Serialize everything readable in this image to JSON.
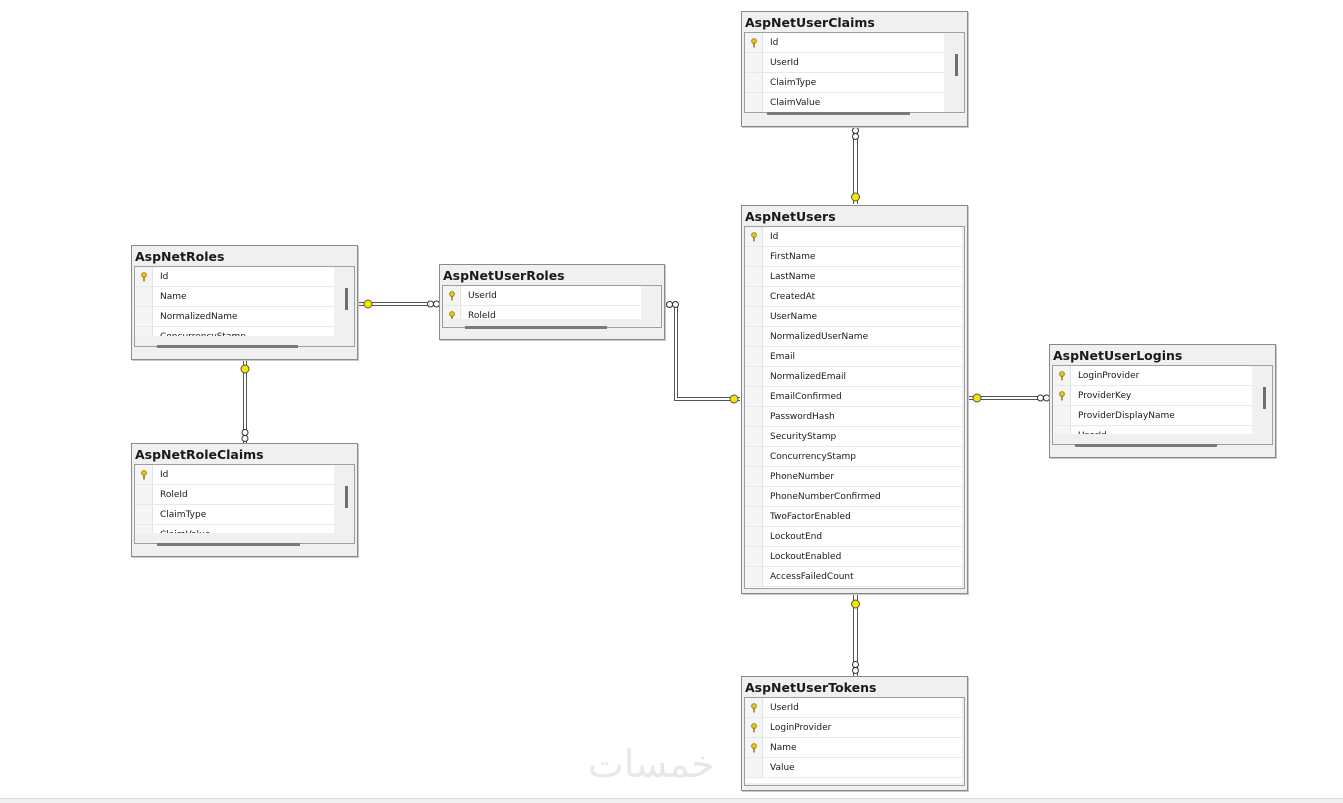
{
  "tables": {
    "userclaims": {
      "title": "AspNetUserClaims",
      "columns": [
        {
          "name": "Id",
          "key": true
        },
        {
          "name": "UserId",
          "key": false
        },
        {
          "name": "ClaimType",
          "key": false
        },
        {
          "name": "ClaimValue",
          "key": false
        }
      ]
    },
    "users": {
      "title": "AspNetUsers",
      "columns": [
        {
          "name": "Id",
          "key": true
        },
        {
          "name": "FirstName",
          "key": false
        },
        {
          "name": "LastName",
          "key": false
        },
        {
          "name": "CreatedAt",
          "key": false
        },
        {
          "name": "UserName",
          "key": false
        },
        {
          "name": "NormalizedUserName",
          "key": false
        },
        {
          "name": "Email",
          "key": false
        },
        {
          "name": "NormalizedEmail",
          "key": false
        },
        {
          "name": "EmailConfirmed",
          "key": false
        },
        {
          "name": "PasswordHash",
          "key": false
        },
        {
          "name": "SecurityStamp",
          "key": false
        },
        {
          "name": "ConcurrencyStamp",
          "key": false
        },
        {
          "name": "PhoneNumber",
          "key": false
        },
        {
          "name": "PhoneNumberConfirmed",
          "key": false
        },
        {
          "name": "TwoFactorEnabled",
          "key": false
        },
        {
          "name": "LockoutEnd",
          "key": false
        },
        {
          "name": "LockoutEnabled",
          "key": false
        },
        {
          "name": "AccessFailedCount",
          "key": false
        }
      ]
    },
    "roles": {
      "title": "AspNetRoles",
      "columns": [
        {
          "name": "Id",
          "key": true
        },
        {
          "name": "Name",
          "key": false
        },
        {
          "name": "NormalizedName",
          "key": false
        },
        {
          "name": "ConcurrencyStamp",
          "key": false
        }
      ]
    },
    "userroles": {
      "title": "AspNetUserRoles",
      "columns": [
        {
          "name": "UserId",
          "key": true
        },
        {
          "name": "RoleId",
          "key": true
        }
      ]
    },
    "roleclaims": {
      "title": "AspNetRoleClaims",
      "columns": [
        {
          "name": "Id",
          "key": true
        },
        {
          "name": "RoleId",
          "key": false
        },
        {
          "name": "ClaimType",
          "key": false
        },
        {
          "name": "ClaimValue",
          "key": false
        }
      ]
    },
    "userlogins": {
      "title": "AspNetUserLogins",
      "columns": [
        {
          "name": "LoginProvider",
          "key": true
        },
        {
          "name": "ProviderKey",
          "key": true
        },
        {
          "name": "ProviderDisplayName",
          "key": false
        },
        {
          "name": "UserId",
          "key": false
        }
      ]
    },
    "usertokens": {
      "title": "AspNetUserTokens",
      "columns": [
        {
          "name": "UserId",
          "key": true
        },
        {
          "name": "LoginProvider",
          "key": true
        },
        {
          "name": "Name",
          "key": true
        },
        {
          "name": "Value",
          "key": false
        }
      ]
    }
  },
  "relationships": [
    {
      "from": "users",
      "to": "userclaims"
    },
    {
      "from": "users",
      "to": "userroles"
    },
    {
      "from": "roles",
      "to": "userroles"
    },
    {
      "from": "roles",
      "to": "roleclaims"
    },
    {
      "from": "users",
      "to": "userlogins"
    },
    {
      "from": "users",
      "to": "usertokens"
    }
  ],
  "watermark": "خمسات",
  "colors": {
    "key_icon": "#e6c619",
    "connector": "#555555",
    "one_end": "#f5e400"
  }
}
